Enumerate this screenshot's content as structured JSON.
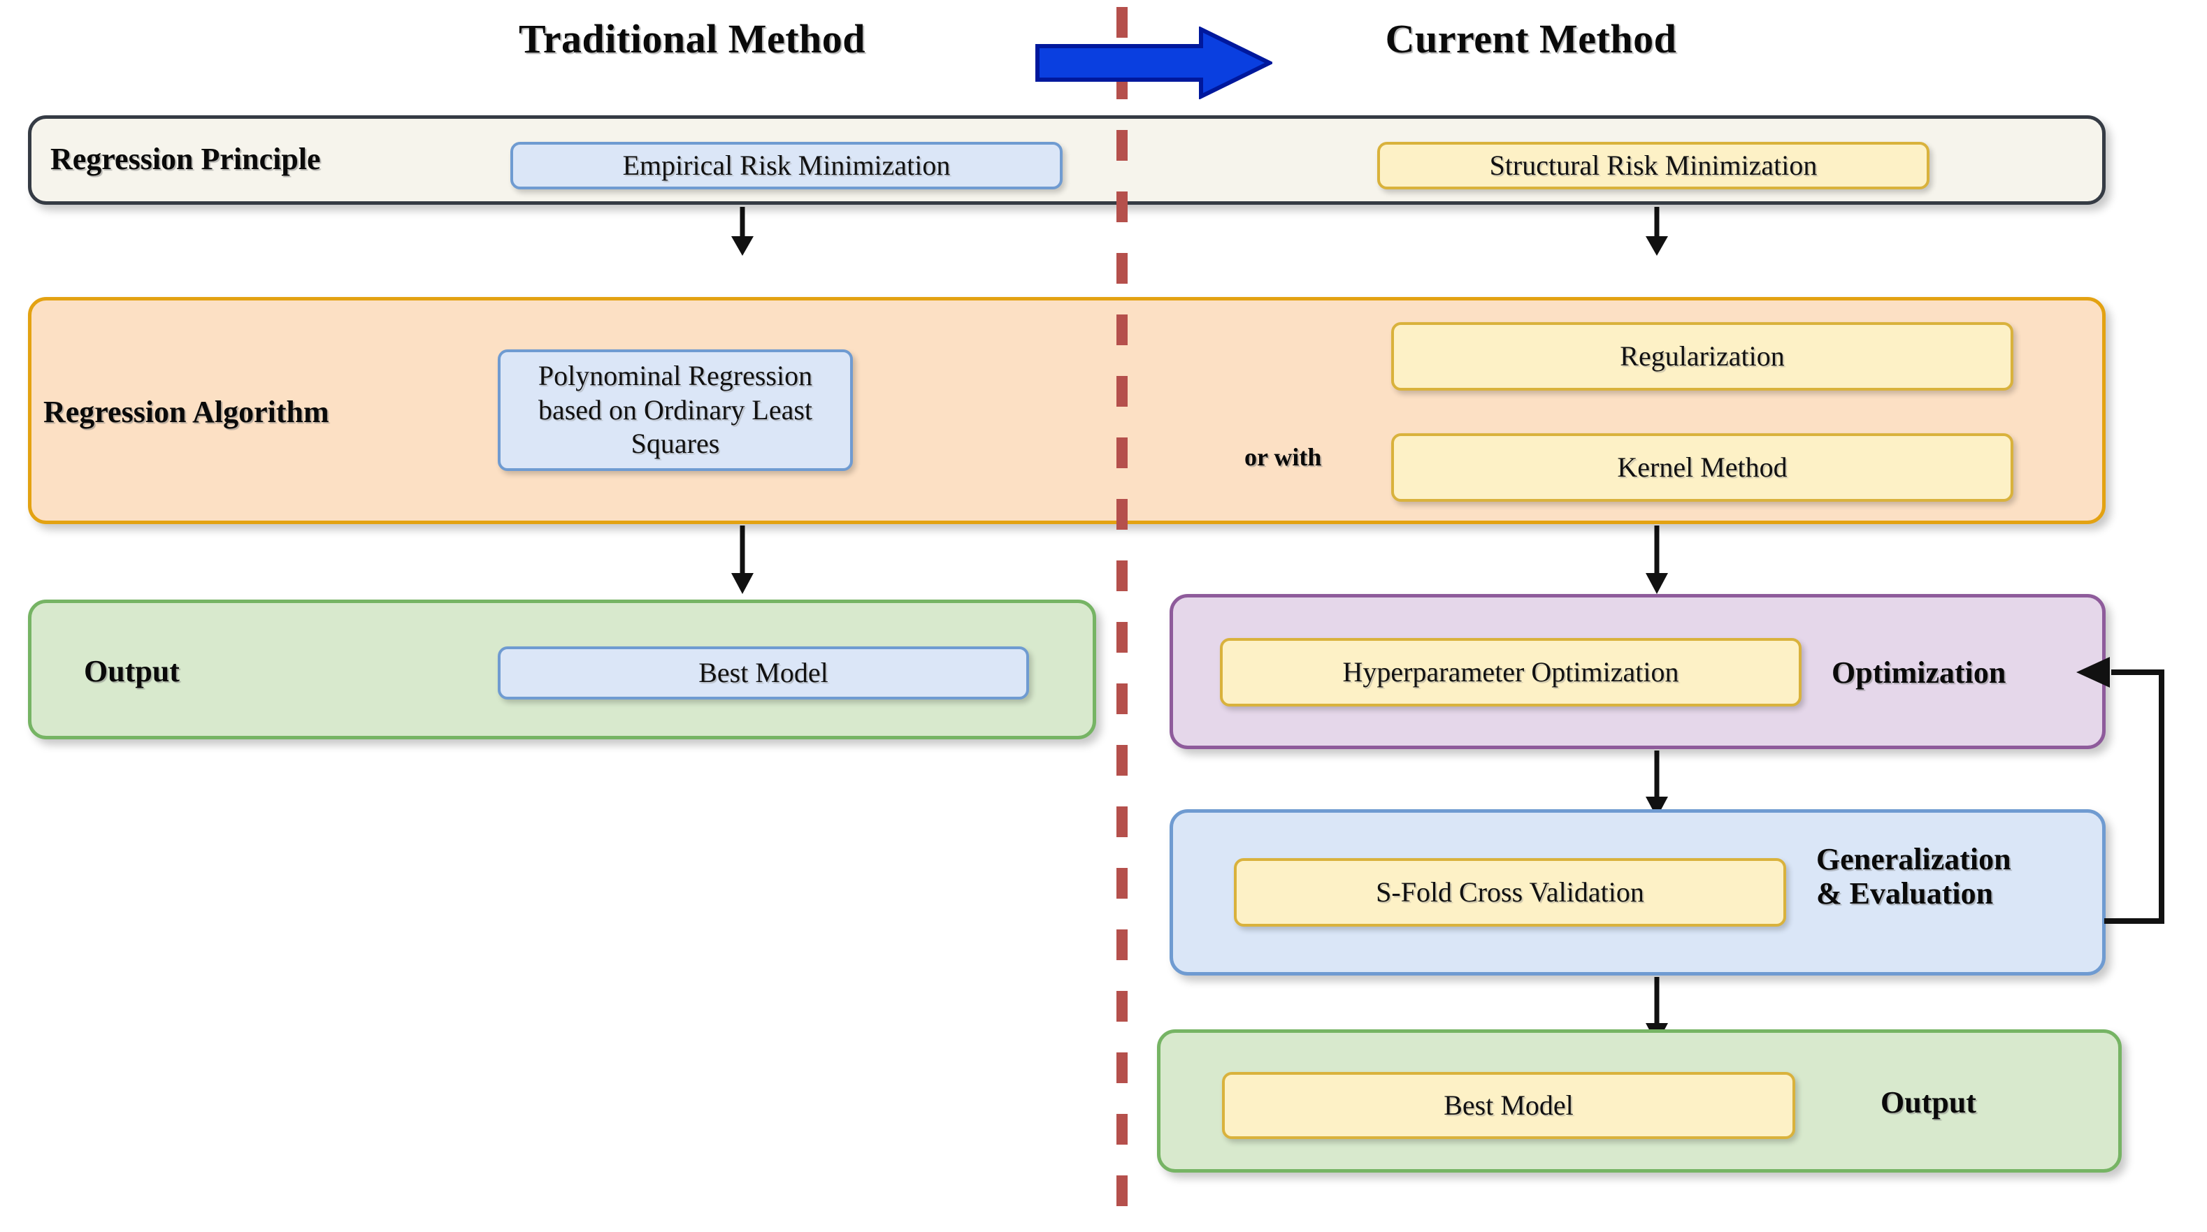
{
  "columns": {
    "left_title": "Traditional Method",
    "right_title": "Current Method",
    "transition_arrow_icon": "right-block-arrow-icon",
    "divider_icon": "vertical-dashed-divider-icon"
  },
  "rows": {
    "regression_principle": {
      "label": "Regression Principle",
      "left_chip": "Empirical Risk Minimization",
      "right_chip": "Structural Risk Minimization"
    },
    "regression_algorithm": {
      "label": "Regression Algorithm",
      "left_chip": "Polynominal Regression based on Ordinary Least Squares",
      "connector_text": "or with",
      "right_chip_1": "Regularization",
      "right_chip_2": "Kernel Method"
    },
    "left_output": {
      "label": "Output",
      "chip": "Best Model"
    },
    "optimization": {
      "label": "Optimization",
      "chip": "Hyperparameter Optimization"
    },
    "generalization": {
      "label": "Generalization\n& Evaluation",
      "chip": "S-Fold Cross Validation"
    },
    "right_output": {
      "label": "Output",
      "chip": "Best Model"
    }
  },
  "arrows": {
    "left_principle_to_algorithm": "down-arrow-icon",
    "left_algorithm_to_output": "down-arrow-icon",
    "right_principle_to_algorithm": "down-arrow-icon",
    "right_algorithm_to_optimization": "down-arrow-icon",
    "right_optimization_to_generalization": "down-arrow-icon",
    "right_generalization_to_output": "down-arrow-icon",
    "feedback_loop": "feedback-loop-arrow-icon"
  },
  "colors": {
    "divider": "#b5504c",
    "transition_arrow": "#0a3fe0",
    "panel_dark_border": "#353b44",
    "panel_dark_fill": "#f6f4ec",
    "panel_orange_border": "#e3a212",
    "panel_orange_fill": "#fce0c4",
    "panel_green_border": "#76b464",
    "panel_green_fill": "#d8e9cd",
    "panel_purple_border": "#8e5b9b",
    "panel_purple_fill": "#e5d7ea",
    "panel_blue_border": "#6f9bd1",
    "panel_blue_fill": "#dae6f7",
    "chip_blue_fill": "#dbe6f7",
    "chip_blue_border": "#6f9bd1",
    "chip_yellow_fill": "#fdf1c6",
    "chip_yellow_border": "#d9b23c"
  }
}
